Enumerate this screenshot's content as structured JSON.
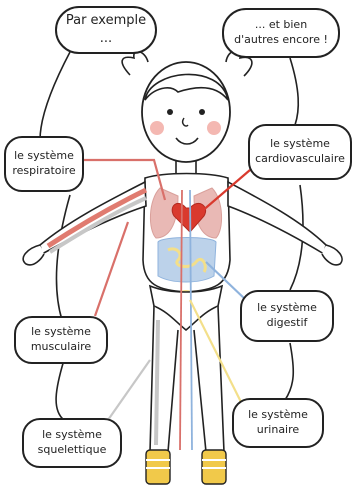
{
  "bubbles": {
    "top_left": {
      "line1": "Par exemple",
      "line2": "..."
    },
    "top_right": {
      "line1": "... et bien",
      "line2": "d'autres encore !"
    },
    "respiratoire": {
      "line1": "le système",
      "line2": "respiratoire"
    },
    "cardiovasculaire": {
      "line1": "le système",
      "line2": "cardiovasculaire"
    },
    "musculaire": {
      "line1": "le système",
      "line2": "musculaire"
    },
    "digestif": {
      "line1": "le système",
      "line2": "digestif"
    },
    "squelettique": {
      "line1": "le système",
      "line2": "squelettique"
    },
    "urinaire": {
      "line1": "le système",
      "line2": "urinaire"
    }
  },
  "colors": {
    "outline": "#222222",
    "respiratory": "#e9b9b5",
    "respiratory_line": "#d9706a",
    "heart": "#d93a2e",
    "muscle": "#e07b70",
    "digestive": "#bcd2ea",
    "digestive_line": "#8fb3dd",
    "urinary": "#f3df8a",
    "skeleton": "#c7c7c7",
    "socks": "#f1c94a",
    "cheeks": "#f4b8b2"
  }
}
